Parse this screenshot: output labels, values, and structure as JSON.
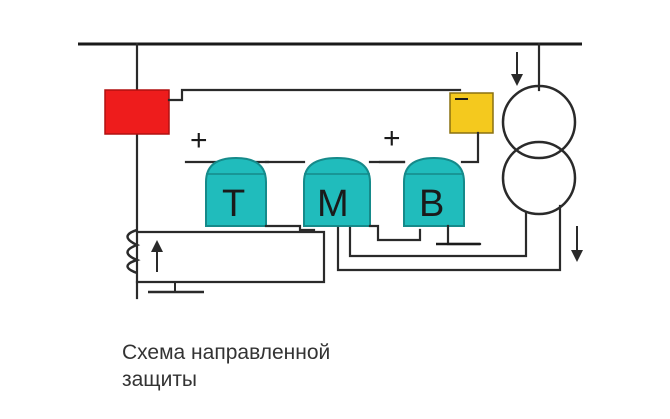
{
  "diagram": {
    "relays": [
      {
        "letter": "Т",
        "color": "#20bcbc"
      },
      {
        "letter": "М",
        "color": "#20bcbc"
      },
      {
        "letter": "В",
        "color": "#20bcbc"
      }
    ],
    "plus_signs": [
      "+",
      "+"
    ],
    "breaker_color": "#ee1c1c",
    "aux_device_color": "#f4c91e"
  },
  "caption": {
    "line1": "Схема направленной",
    "line2": "защиты"
  }
}
